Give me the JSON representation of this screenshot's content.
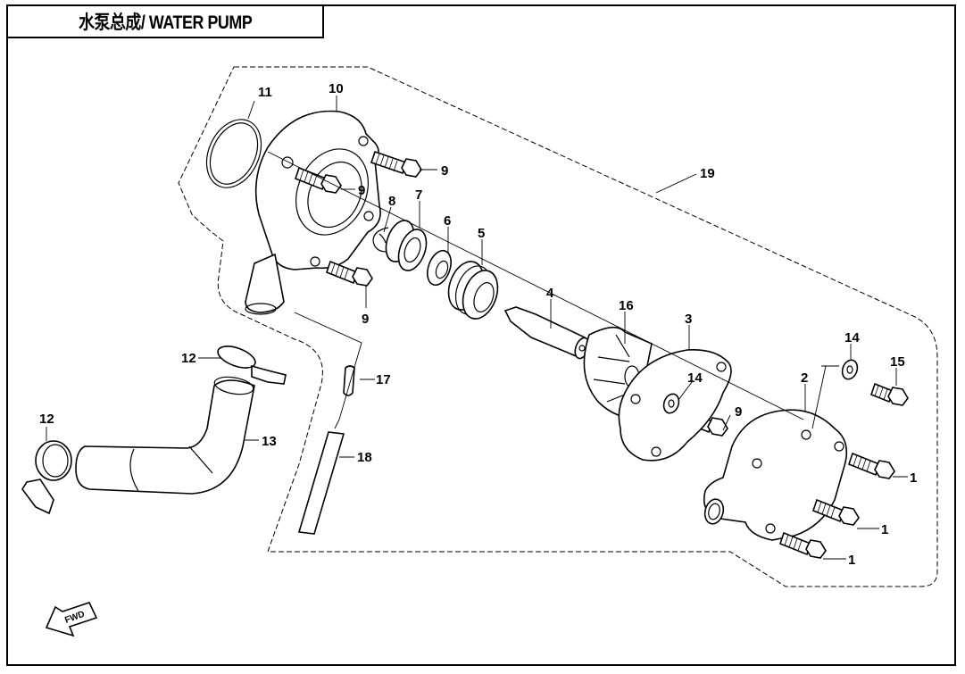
{
  "title": "水泵总成/ WATER PUMP",
  "direction_marker": "FWD",
  "callouts": [
    {
      "id": "callout-1a",
      "label": "1"
    },
    {
      "id": "callout-1b",
      "label": "1"
    },
    {
      "id": "callout-1c",
      "label": "1"
    },
    {
      "id": "callout-2",
      "label": "2"
    },
    {
      "id": "callout-3",
      "label": "3"
    },
    {
      "id": "callout-4",
      "label": "4"
    },
    {
      "id": "callout-5",
      "label": "5"
    },
    {
      "id": "callout-6",
      "label": "6"
    },
    {
      "id": "callout-7",
      "label": "7"
    },
    {
      "id": "callout-8",
      "label": "8"
    },
    {
      "id": "callout-9a",
      "label": "9"
    },
    {
      "id": "callout-9b",
      "label": "9"
    },
    {
      "id": "callout-9c",
      "label": "9"
    },
    {
      "id": "callout-9d",
      "label": "9"
    },
    {
      "id": "callout-10",
      "label": "10"
    },
    {
      "id": "callout-11",
      "label": "11"
    },
    {
      "id": "callout-12a",
      "label": "12"
    },
    {
      "id": "callout-12b",
      "label": "12"
    },
    {
      "id": "callout-13",
      "label": "13"
    },
    {
      "id": "callout-14a",
      "label": "14"
    },
    {
      "id": "callout-14b",
      "label": "14"
    },
    {
      "id": "callout-15",
      "label": "15"
    },
    {
      "id": "callout-16",
      "label": "16"
    },
    {
      "id": "callout-17",
      "label": "17"
    },
    {
      "id": "callout-18",
      "label": "18"
    },
    {
      "id": "callout-19",
      "label": "19"
    }
  ]
}
